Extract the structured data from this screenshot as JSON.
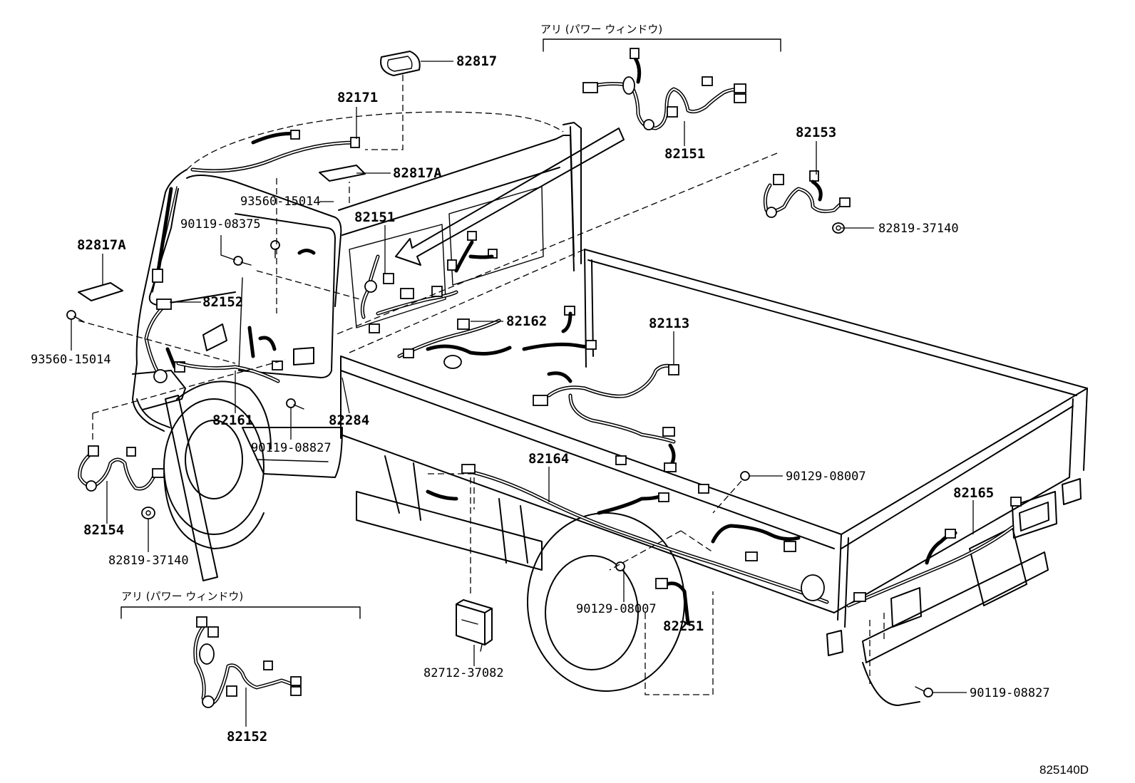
{
  "diagram_code": "825140D",
  "notes": {
    "top_power_window": "アリ (パワー ウィンドウ)",
    "bottom_power_window": "アリ (パワー ウィンドウ)"
  },
  "parts": {
    "p82817": "82817",
    "p82171": "82171",
    "p82817A_top": "82817A",
    "p82817A_left": "82817A",
    "p93560_top": "93560-15014",
    "p93560_left": "93560-15014",
    "p90119_08375": "90119-08375",
    "p82151_cab": "82151",
    "p82151_top": "82151",
    "p82152_cab": "82152",
    "p82152_bottom": "82152",
    "p82153": "82153",
    "p82819_right": "82819-37140",
    "p82819_left": "82819-37140",
    "p82162": "82162",
    "p82113": "82113",
    "p82161": "82161",
    "p82284": "82284",
    "p90119_08827_mid": "90119-08827",
    "p90119_08827_right": "90119-08827",
    "p82154": "82154",
    "p82164": "82164",
    "p90129_right": "90129-08007",
    "p90129_mid": "90129-08007",
    "p82165": "82165",
    "p82251": "82251",
    "p82712": "82712-37082"
  }
}
